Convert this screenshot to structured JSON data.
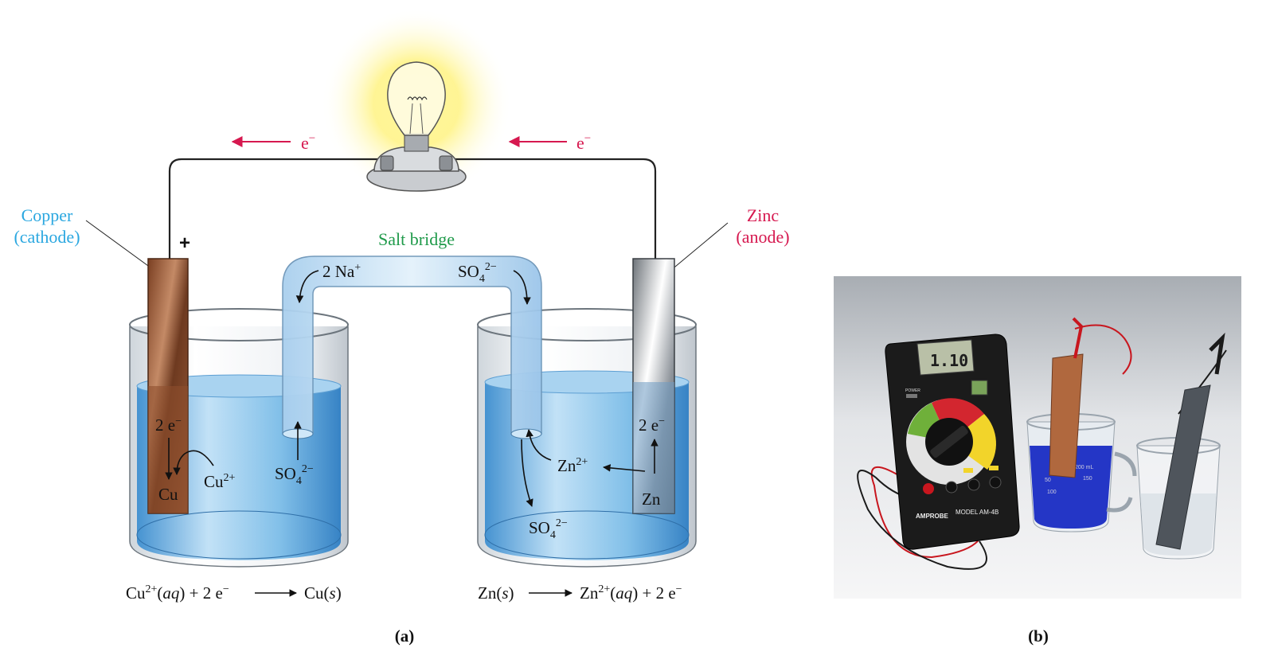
{
  "colors": {
    "electrode_label": "#2aa7e0",
    "anode_label": "#d6184f",
    "electron_arrow": "#d6184f",
    "salt_bridge_label": "#1f9a4a",
    "solution": "#6fb3e3",
    "copper": "#9a5a36",
    "zinc": "#b9bec4"
  },
  "electron": {
    "symbol": "e",
    "charge": "−"
  },
  "cathode": {
    "line1": "Copper",
    "line2": "(cathode)",
    "sign": "+"
  },
  "anode": {
    "line1": "Zinc",
    "line2": "(anode)"
  },
  "salt_bridge": {
    "title": "Salt bridge",
    "left_ion": "2 Na",
    "left_charge": "+",
    "right_ion": "SO",
    "right_sub": "4",
    "right_charge": "2−"
  },
  "left_cell": {
    "e_label": "2 e",
    "e_charge": "−",
    "metal": "Cu",
    "ion": "Cu",
    "ion_charge": "2+",
    "anion": "SO",
    "anion_sub": "4",
    "anion_charge": "2−"
  },
  "right_cell": {
    "e_label": "2 e",
    "e_charge": "−",
    "metal": "Zn",
    "ion": "Zn",
    "ion_charge": "2+",
    "anion": "SO",
    "anion_sub": "4",
    "anion_charge": "2−"
  },
  "equations": {
    "left": {
      "a": "Cu",
      "a_sup": "2+",
      "a_state": "aq",
      "b": " + 2 e",
      "b_sup": "−",
      "product": "Cu",
      "product_state": "s"
    },
    "right": {
      "a": "Zn",
      "a_state": "s",
      "product": "Zn",
      "product_sup": "2+",
      "product_state": "aq",
      "tail": " + 2 e",
      "tail_sup": "−"
    }
  },
  "captions": {
    "a": "(a)",
    "b": "(b)"
  },
  "meter": {
    "display": "1.10",
    "model": "MODEL AM-4B",
    "brand": "AMPROBE",
    "power": "POWER"
  },
  "beaker_marks": {
    "top": "200 mL",
    "m1": "150",
    "m2": "100",
    "m3": "50"
  }
}
